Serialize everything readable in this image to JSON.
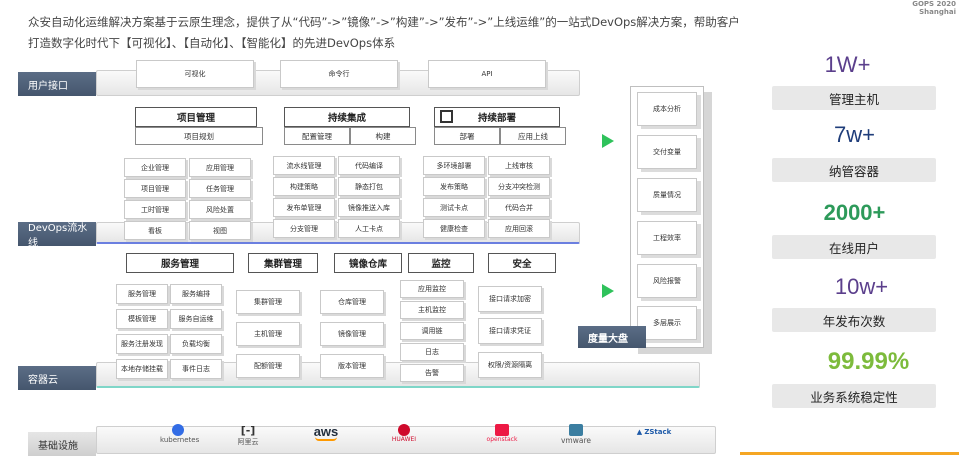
{
  "intro_text": "众安自动化运维解决方案基于云原生理念，提供了从“代码”->”镜像”->”构建”->”发布”->”上线运维”的一站式DevOps解决方案，帮助客户打造数字化时代下【可视化】、【自动化】、【智能化】的先进DevOps体系",
  "conference": {
    "line1": "GOPS 2020",
    "line2": "Shanghai"
  },
  "user_interface": {
    "label": "用户接口",
    "items": [
      "可视化",
      "命令行",
      "API"
    ]
  },
  "devops": {
    "label": "DevOps流水线",
    "project_mgmt": {
      "title": "项目管理",
      "sub": "项目规划",
      "cells": [
        "企业管理",
        "应用管理",
        "项目管理",
        "任务管理",
        "工时管理",
        "风险处置",
        "看板",
        "视图"
      ]
    },
    "ci": {
      "title": "持续集成",
      "subs": [
        "配置管理",
        "构建"
      ],
      "cells": [
        "流水线管理",
        "代码编译",
        "构建策略",
        "静态打包",
        "发布单管理",
        "镜像推送入库",
        "分支管理",
        "人工卡点"
      ]
    },
    "cd": {
      "title": "持续部署",
      "subs": [
        "部署",
        "应用上线"
      ],
      "cells": [
        "多环境部署",
        "上线审核",
        "发布策略",
        "分支冲突检测",
        "测试卡点",
        "代码合并",
        "健康检查",
        "应用回滚"
      ]
    }
  },
  "container_cloud": {
    "label": "容器云",
    "service_mgmt": {
      "title": "服务管理",
      "cells": [
        "服务管理",
        "服务编排",
        "模板管理",
        "服务自运维",
        "服务注册发现",
        "负载均衡",
        "本地存储挂载",
        "事件日志"
      ]
    },
    "cluster_mgmt": {
      "title": "集群管理",
      "cells": [
        "集群管理",
        "主机管理",
        "配额管理"
      ]
    },
    "image_repo": {
      "title": "镜像仓库",
      "cells": [
        "仓库管理",
        "镜像管理",
        "版本管理"
      ]
    },
    "monitor": {
      "title": "监控",
      "cells": [
        "应用监控",
        "主机监控",
        "调用链",
        "日志",
        "告警"
      ]
    },
    "security": {
      "title": "安全",
      "cells": [
        "接口请求加密",
        "接口请求凭证",
        "权限/资源隔离"
      ]
    }
  },
  "metrics_dashboard": {
    "label": "度量大盘",
    "items": [
      "成本分析",
      "交付变量",
      "质量情况",
      "工程效率",
      "风险报警",
      "多层展示"
    ]
  },
  "infrastructure": {
    "label": "基础设施",
    "providers": [
      "kubernetes",
      "阿里云",
      "aws",
      "HUAWEI",
      "openstack",
      "vmware",
      "ZStack"
    ]
  },
  "stats": [
    {
      "value": "1W+",
      "label": "管理主机",
      "color": "#5b3f8c"
    },
    {
      "value": "7w+",
      "label": "纳管容器",
      "color": "#1f3d7a"
    },
    {
      "value": "2000+",
      "label": "在线用户",
      "color": "#2d9a5a"
    },
    {
      "value": "10w+",
      "label": "年发布次数",
      "color": "#5b3f8c"
    },
    {
      "value": "99.99%",
      "label": "业务系统稳定性",
      "color": "#7dbb3c"
    }
  ]
}
